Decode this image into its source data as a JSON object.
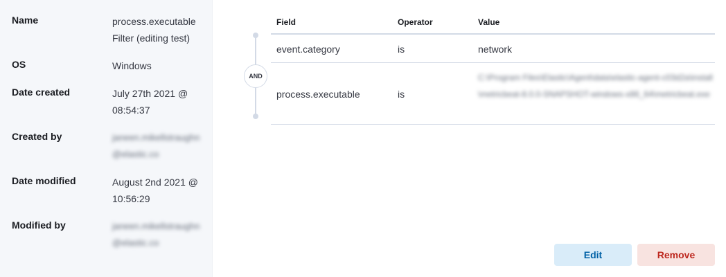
{
  "meta": {
    "name_label": "Name",
    "name_value": "process.executable Filter (editing test)",
    "os_label": "OS",
    "os_value": "Windows",
    "date_created_label": "Date created",
    "date_created_value": "July 27th 2021 @ 08:54:37",
    "created_by_label": "Created by",
    "created_by_value": "janeen.mikellstraughn@elastic.co",
    "date_modified_label": "Date modified",
    "date_modified_value": "August 2nd 2021 @ 10:56:29",
    "modified_by_label": "Modified by",
    "modified_by_value": "janeen.mikellstraughn@elastic.co"
  },
  "entries": {
    "headers": {
      "field": "Field",
      "operator": "Operator",
      "value": "Value"
    },
    "and_label": "AND",
    "rows": [
      {
        "field": "event.category",
        "operator": "is",
        "value": "network"
      },
      {
        "field": "process.executable",
        "operator": "is",
        "value": "C:\\Program Files\\Elastic\\Agent\\data\\elastic-agent-c03d2a\\install\\metricbeat-8.0.0-SNAPSHOT-windows-x86_64\\metricbeat.exe"
      }
    ]
  },
  "actions": {
    "edit_label": "Edit",
    "remove_label": "Remove"
  },
  "colors": {
    "edit_bg": "#d9ecf9",
    "edit_text": "#0061a6",
    "remove_bg": "#f8e3e0",
    "remove_text": "#bd271e"
  }
}
